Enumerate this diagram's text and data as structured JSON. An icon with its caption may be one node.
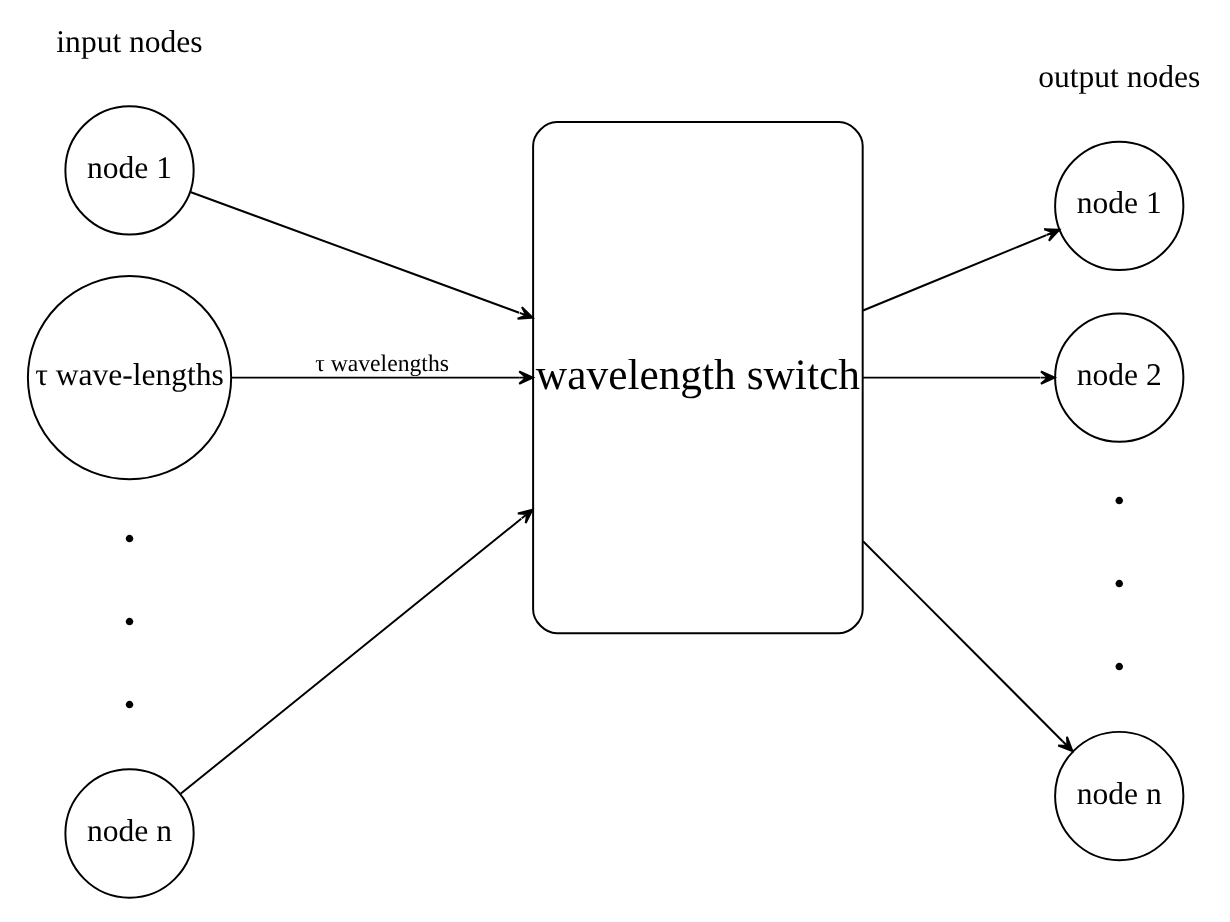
{
  "diagram": {
    "nodes": [
      {
        "text": [
          "node 1"
        ]
      },
      {
        "text": [
          "τ wave-lengths"
        ]
      },
      {
        "text": [
          "node n"
        ]
      },
      {
        "text": [
          "wavelength switch"
        ]
      },
      {
        "text": [
          "node 1"
        ]
      },
      {
        "text": [
          "node 2"
        ]
      },
      {
        "text": [
          "node n"
        ]
      }
    ],
    "edges": [
      {
        "from": 0,
        "to": 3,
        "arrow": "to"
      },
      {
        "from": 1,
        "to": 3,
        "arrow": "to",
        "label": "τ wavelengths"
      },
      {
        "from": 2,
        "to": 3,
        "arrow": "to"
      },
      {
        "from": 3,
        "to": 4,
        "arrow": "to"
      },
      {
        "from": 3,
        "to": 5,
        "arrow": "to"
      },
      {
        "from": 3,
        "to": 6,
        "arrow": "to"
      }
    ],
    "labels": [
      "input nodes",
      "output nodes",
      "•",
      "•",
      "•",
      "•",
      "•",
      "•"
    ]
  }
}
